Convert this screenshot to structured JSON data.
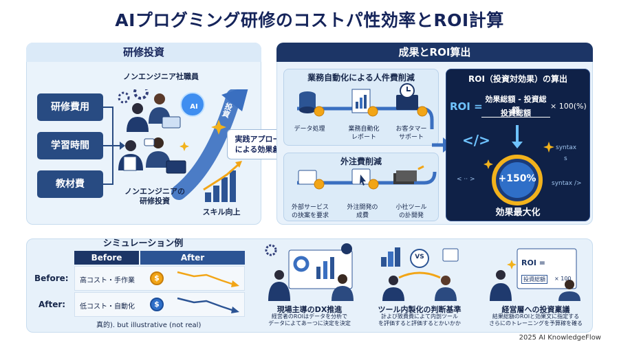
{
  "title": "AIプログミング研修のコストパ​性効率とROI計算",
  "left_section": {
    "heading": "研修投資",
    "inputs": [
      "研修費用",
      "学習時間",
      "教材費"
    ],
    "top_label": "ノンエンジニア社職員",
    "bottom_label_1": "ノンエンジニアの",
    "bottom_label_2": "研修投資",
    "ai_badge": "AI",
    "arrow_label": "投資",
    "skill_label": "スキル向上"
  },
  "bridge": {
    "line1": "実践アプローチ",
    "line2": "による効果創出"
  },
  "right_section": {
    "heading": "成果とROI算出",
    "labor": {
      "heading": "業務自動化による人件費削減",
      "items": [
        {
          "l1": "データ処理",
          "l2": ""
        },
        {
          "l1": "業務自動化",
          "l2": "レポート"
        },
        {
          "l1": "お客タマー",
          "l2": "サポート"
        }
      ]
    },
    "outsourcing": {
      "heading": "外注費削減",
      "items": [
        {
          "l1": "外部サービス",
          "l2": "の抉案を要求"
        },
        {
          "l1": "外注開発の",
          "l2": "成費"
        },
        {
          "l1": "小社ツール",
          "l2": "の訃開発"
        }
      ]
    },
    "roi": {
      "heading": "ROI（投資対効果）の算出",
      "lhs": "ROI =",
      "numerator": "効果総額 - 投資総額",
      "denominator": "投資総額",
      "multiplier": "× 100(%)",
      "badge": "+150%",
      "result": "効果最大化",
      "code_glyph": "</>",
      "syntax_1": "syntax",
      "syntax_2": "syntax />",
      "s_mark": "s",
      "dots": "< ·· >"
    }
  },
  "simulation": {
    "heading": "シミュレーション例",
    "col_before": "Before",
    "col_after": "After",
    "rows": [
      {
        "label": "Before:",
        "desc": "高コスト・手作業",
        "coin": "$"
      },
      {
        "label": "After:",
        "desc": "低コスト・自動化",
        "coin": "$"
      }
    ],
    "note": "真的). but illustrative (not real)"
  },
  "cases": [
    {
      "title": "現場主導のDX推進",
      "desc1": "経営者のROIはデータを分析で",
      "desc2": "データによてあーつに決定を決定"
    },
    {
      "title": "ツール内製化の判断基準",
      "desc1": "計よび致費費によて内剖ツール",
      "desc2": "を評価すると評価するとかいかか",
      "vs": "VS"
    },
    {
      "title": "経営層への投資稟議",
      "desc1": "結果総額のROIと効果文に指定する",
      "desc2": "さらにのトレーニングを予算稼を確る",
      "roi_label": "ROI =",
      "roi_sub": "投資総額",
      "roi_mult": "× 100"
    }
  ],
  "footer": "2025 AI KnowledgeFlow",
  "colors": {
    "navy": "#1c3566",
    "accent": "#f2a516",
    "panel": "#eaf3fb"
  }
}
